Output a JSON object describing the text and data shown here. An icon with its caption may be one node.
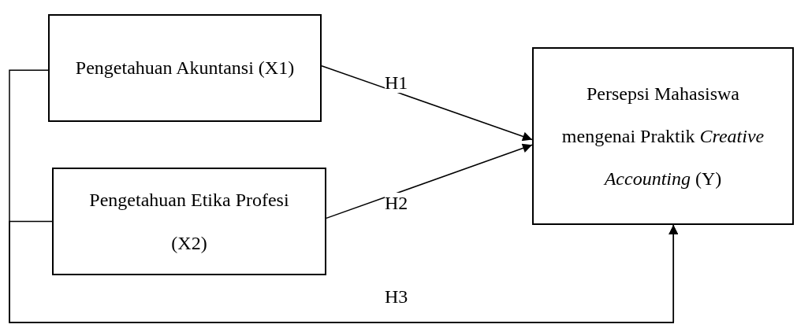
{
  "diagram": {
    "nodes": [
      {
        "text": [
          "Pengetahuan Akuntansi (X1)"
        ]
      },
      {
        "text": [
          "Pengetahuan Etika Profesi (X2)"
        ]
      },
      {
        "text": [
          "Persepsi Mahasiswa mengenai Praktik *Creative Accounting* (Y)"
        ]
      }
    ],
    "edges": [
      {
        "from": 0,
        "to": 2,
        "arrow": "to",
        "label": "H1"
      },
      {
        "from": 1,
        "to": 2,
        "arrow": "to",
        "label": "H2"
      },
      {
        "from": 0,
        "to": 2,
        "arrow": "to"
      },
      {
        "from": 1,
        "to": 2,
        "arrow": "to"
      }
    ],
    "labels": [
      "H3"
    ]
  }
}
